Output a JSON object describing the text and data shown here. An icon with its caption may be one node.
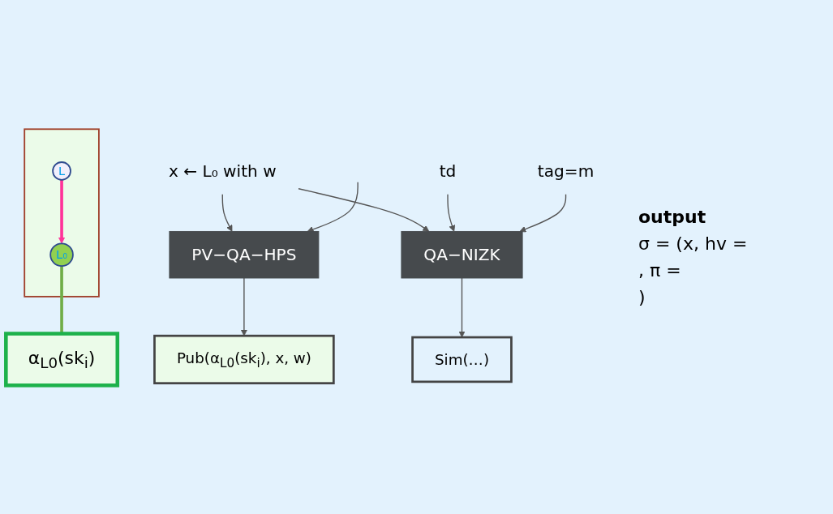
{
  "diagram": {
    "nodes": [
      {
        "text": [],
        "shape": "box"
      },
      {
        "text": [
          "L"
        ],
        "in": 0
      },
      {
        "text": [
          "L₀"
        ],
        "in": 0
      },
      {
        "text": [
          "x ← L₀ with w"
        ]
      },
      {
        "text": [
          "α$_{L0}$(sk$_{i}$)"
        ]
      },
      {
        "text": [
          "PV−QA−HPS"
        ]
      },
      {
        "text": [
          "QA−NIZK"
        ]
      },
      {
        "text": [
          "td"
        ]
      },
      {
        "text": [
          "tag=m"
        ]
      },
      {
        "text": [
          "Pub(α$_{L0}$(sk$_{i}$), x, w)"
        ]
      },
      {
        "text": [
          "Sim(…)"
        ]
      }
    ],
    "edges": [
      {
        "from": 1,
        "to": 2,
        "arrow": "to",
        "color": "#ff3399",
        "style": "thick"
      },
      {
        "from": 2,
        "to": 4,
        "arrow": "none",
        "color": "#70ad47",
        "style": "thick"
      },
      {
        "from": 3,
        "to": 5,
        "arrow": "to"
      },
      {
        "from": 3,
        "to": 6,
        "arrow": "to"
      },
      {
        "from": null,
        "to": 5,
        "arrow": "to"
      },
      {
        "from": 7,
        "to": 6,
        "arrow": "to"
      },
      {
        "from": 8,
        "to": 6,
        "arrow": "to"
      },
      {
        "from": 5,
        "to": 9,
        "arrow": "to"
      },
      {
        "from": 6,
        "to": 10,
        "arrow": "to"
      }
    ],
    "labels": [
      "output",
      "σ = (x,  hv =",
      ", π =",
      ")"
    ]
  }
}
